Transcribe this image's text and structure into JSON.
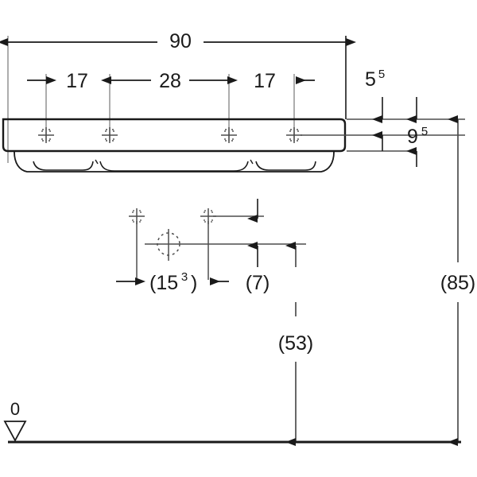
{
  "drawing": {
    "type": "technical-dimension-drawing",
    "subject": "washbasin front elevation with dimensions",
    "units_note": "cm",
    "colors": {
      "outline": "#1a1a1a",
      "dimension_line": "#4d4d4d",
      "extension_line": "#7a7a7a",
      "text": "#1a1a1a",
      "background": "#ffffff"
    },
    "dimensions": {
      "overall_width": {
        "label": "90",
        "superscript": "",
        "orientation": "horizontal",
        "position": "top"
      },
      "left_spacing": {
        "label": "17",
        "superscript": "",
        "orientation": "horizontal"
      },
      "center_spacing": {
        "label": "28",
        "superscript": "",
        "orientation": "horizontal"
      },
      "right_spacing": {
        "label": "17",
        "superscript": "",
        "orientation": "horizontal"
      },
      "top_thickness": {
        "label": "5",
        "superscript": "5",
        "orientation": "vertical"
      },
      "body_height": {
        "label": "9",
        "superscript": "5",
        "orientation": "vertical"
      },
      "overall_height": {
        "label": "(85)",
        "superscript": "",
        "orientation": "vertical",
        "bracketed": true
      },
      "lower_height": {
        "label": "(53)",
        "superscript": "",
        "orientation": "vertical",
        "bracketed": true
      },
      "offset_horizontal": {
        "label": "(15",
        "superscript": "3",
        "label_close": ")",
        "orientation": "horizontal",
        "bracketed": true
      },
      "offset_small": {
        "label": "(7)",
        "superscript": "",
        "orientation": "horizontal",
        "bracketed": true
      }
    },
    "datum": {
      "label": "0",
      "symbol": "datum-triangle",
      "description": "finished floor level datum marker"
    },
    "features": {
      "tap_hole_markers": 4,
      "center_circle_marker": 1,
      "basin_recesses": 3
    }
  }
}
